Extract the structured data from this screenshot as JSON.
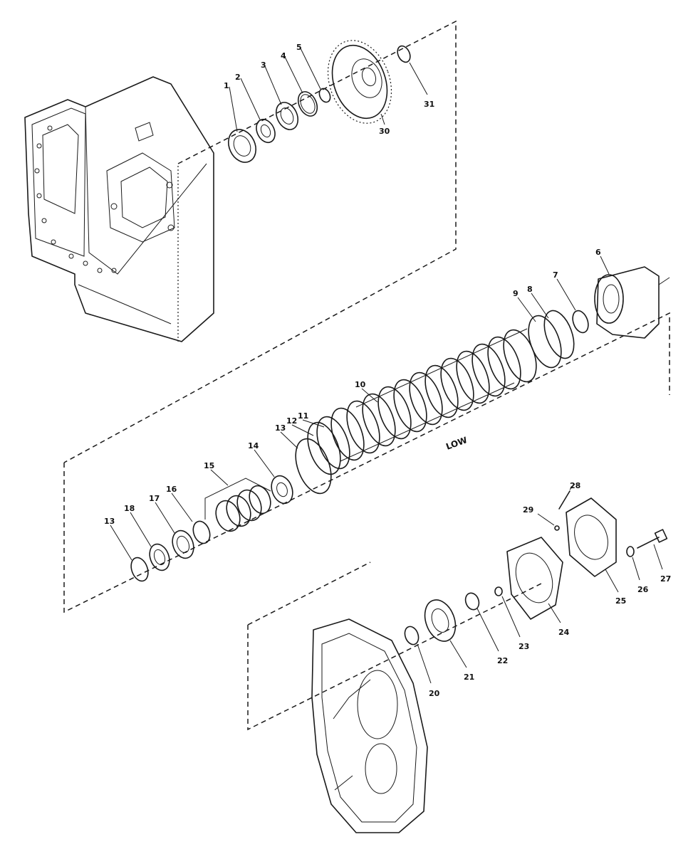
{
  "diagram": {
    "text_label": "LOW",
    "part_numbers": [
      "1",
      "2",
      "3",
      "4",
      "5",
      "6",
      "7",
      "8",
      "9",
      "10",
      "11",
      "12",
      "13",
      "14",
      "15",
      "16",
      "17",
      "18",
      "13",
      "20",
      "21",
      "22",
      "23",
      "24",
      "25",
      "26",
      "27",
      "28",
      "29",
      "30",
      "31"
    ]
  }
}
